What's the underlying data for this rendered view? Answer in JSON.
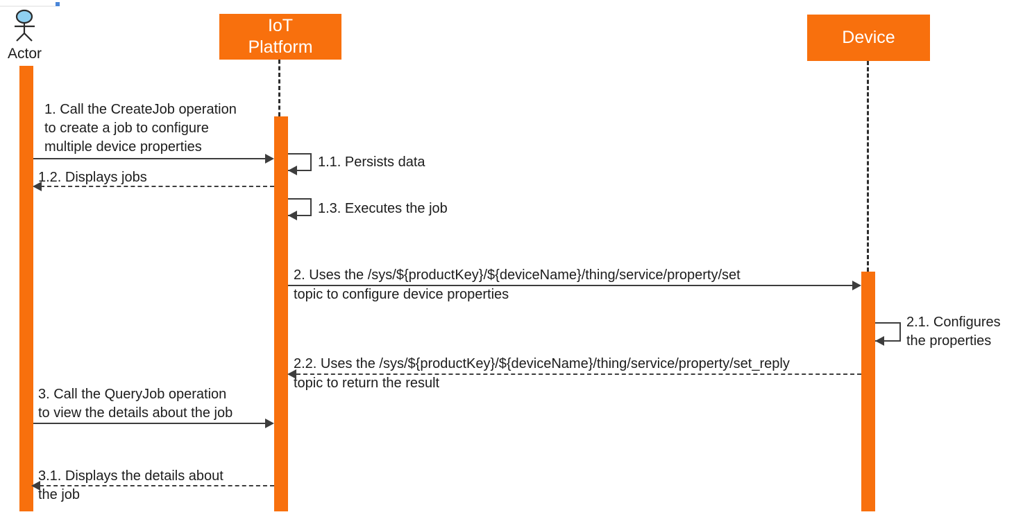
{
  "diagram_type": "uml-sequence",
  "lifelines": {
    "actor": {
      "label": "Actor"
    },
    "platform": {
      "lines": [
        "IoT",
        "Platform"
      ]
    },
    "device": {
      "label": "Device"
    }
  },
  "messages": {
    "m1": {
      "kind": "solid-arrow-right",
      "from": "Actor",
      "to": "IoT Platform",
      "lines": [
        "1. Call the CreateJob operation",
        "to create a job to configure",
        "multiple device properties"
      ]
    },
    "m1_1": {
      "kind": "self-message",
      "on": "IoT Platform",
      "lines": [
        "1.1. Persists data"
      ]
    },
    "m1_2": {
      "kind": "dashed-arrow-left",
      "from": "IoT Platform",
      "to": "Actor",
      "lines": [
        "1.2. Displays jobs"
      ]
    },
    "m1_3": {
      "kind": "self-message",
      "on": "IoT Platform",
      "lines": [
        "1.3. Executes the job"
      ]
    },
    "m2": {
      "kind": "solid-arrow-right",
      "from": "IoT Platform",
      "to": "Device",
      "lines": [
        "2. Uses the /sys/${productKey}/${deviceName}/thing/service/property/set",
        "topic to configure device properties"
      ]
    },
    "m2_1": {
      "kind": "self-message",
      "on": "Device",
      "lines": [
        "2.1. Configures",
        "the properties"
      ]
    },
    "m2_2": {
      "kind": "dashed-arrow-left",
      "from": "Device",
      "to": "IoT Platform",
      "lines": [
        "2.2. Uses the /sys/${productKey}/${deviceName}/thing/service/property/set_reply",
        "topic to return the result"
      ]
    },
    "m3": {
      "kind": "solid-arrow-right",
      "from": "Actor",
      "to": "IoT Platform",
      "lines": [
        "3. Call the QueryJob operation",
        "to view the details about the job"
      ]
    },
    "m3_1": {
      "kind": "dashed-arrow-left",
      "from": "IoT Platform",
      "to": "Actor",
      "lines": [
        "3.1. Displays the details about",
        "the job"
      ]
    }
  },
  "colors": {
    "accent_orange": "#F8700D",
    "actor_head_blue": "#8FD0F1",
    "arrow_dark": "#3D3D3D",
    "artifact_blue": "#4A86D8"
  }
}
